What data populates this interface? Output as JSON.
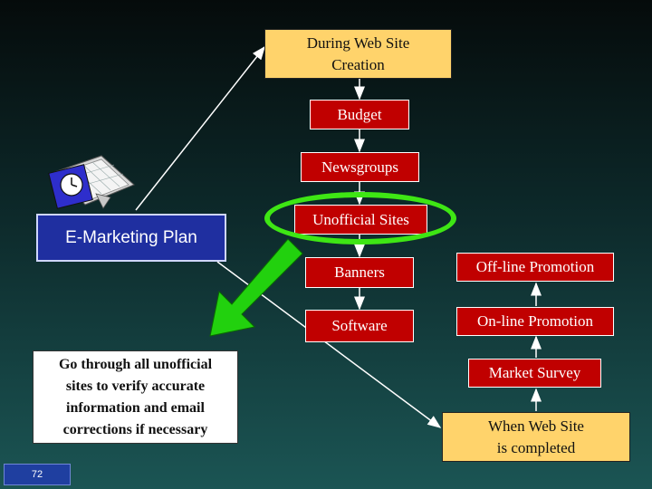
{
  "top_box": {
    "line1": "During Web Site",
    "line2": "Creation"
  },
  "chain": [
    "Budget",
    "Newsgroups",
    "Unofficial Sites",
    "Banners",
    "Software"
  ],
  "right_chain": [
    "Off-line Promotion",
    "On-line Promotion",
    "Market Survey"
  ],
  "bottom_box": {
    "line1": "When Web Site",
    "line2": "is completed"
  },
  "plan_label": "E-Marketing Plan",
  "note": {
    "line1": "Go through all unofficial",
    "line2": "sites to verify accurate",
    "line3": "information and email",
    "line4": "corrections if necessary"
  },
  "page_number": "72",
  "icons": [
    "calendar-clock-icon",
    "green-arrow-icon"
  ],
  "colors": {
    "red": "#c00000",
    "gold": "#ffd36b",
    "green": "#3ee614",
    "blue": "#1f2fa0"
  }
}
